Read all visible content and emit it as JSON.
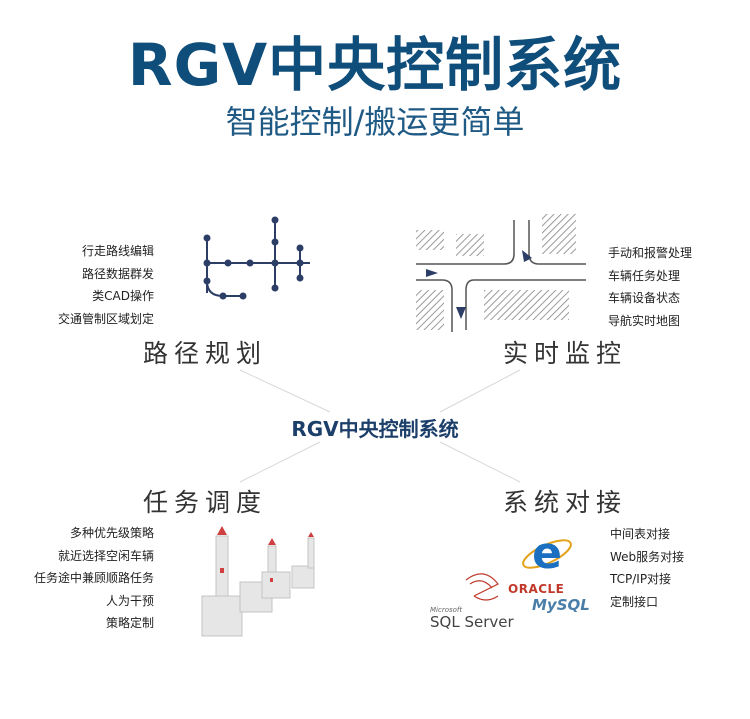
{
  "header": {
    "title": "RGV中央控制系统",
    "subtitle": "智能控制/搬运更简单"
  },
  "center": {
    "label": "RGV中央控制系统"
  },
  "quadrants": {
    "path_planning": {
      "title": "路径规划",
      "items": [
        "行走路线编辑",
        "路径数据群发",
        "类CAD操作",
        "交通管制区域划定"
      ]
    },
    "realtime_monitor": {
      "title": "实时监控",
      "items": [
        "手动和报警处理",
        "车辆任务处理",
        "车辆设备状态",
        "导航实时地图"
      ]
    },
    "task_dispatch": {
      "title": "任务调度",
      "items": [
        "多种优先级策略",
        "就近选择空闲车辆",
        "任务途中兼顾顺路任务",
        "人为干预",
        "策略定制"
      ]
    },
    "system_integration": {
      "title": "系统对接",
      "items": [
        "中间表对接",
        "Web服务对接",
        "TCP/IP对接",
        "定制接口"
      ],
      "logos": {
        "ie": "e",
        "oracle": "ORACLE",
        "mysql": "MySQL",
        "microsoft": "Microsoft",
        "sqlserver": "SQL Server"
      }
    }
  },
  "colors": {
    "title": "#0f4d7a",
    "accent": "#2c3e66",
    "ie_blue": "#1a6fc0",
    "oracle_red": "#c0392b"
  }
}
